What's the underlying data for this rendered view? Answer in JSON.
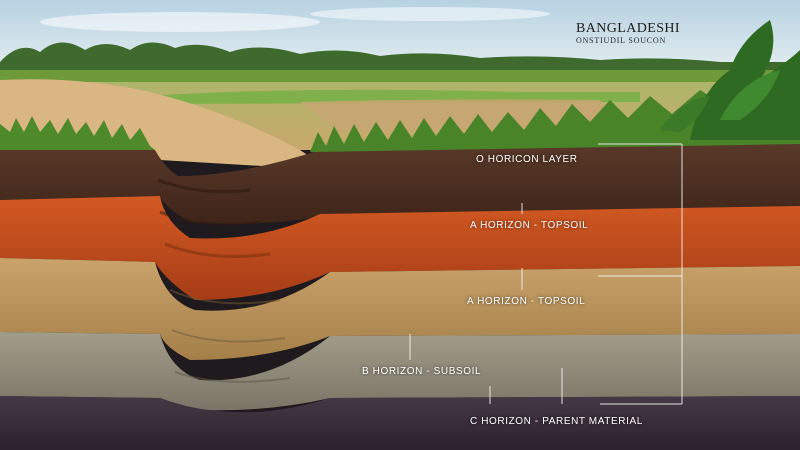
{
  "title": {
    "main": "BANGLADESHI",
    "sub": "ONSTIUDIL SOUCON"
  },
  "layers": [
    {
      "id": "o",
      "text": "O horicon layer",
      "color": "#4a2e22"
    },
    {
      "id": "a1",
      "text": "A horizon - topsoil",
      "color": "#c24a1c"
    },
    {
      "id": "a2",
      "text": "A horizon - topsoil",
      "color": "#b8935a"
    },
    {
      "id": "b",
      "text": "B horizon - subsoil",
      "color": "#8f8b7d"
    },
    {
      "id": "c",
      "text": "C horizon - parent material",
      "color": "#3a2f3c"
    }
  ],
  "palette": {
    "sky": "#c8dbe6",
    "grass": "#4f8a2a",
    "soil_top": "#d6b27a"
  }
}
